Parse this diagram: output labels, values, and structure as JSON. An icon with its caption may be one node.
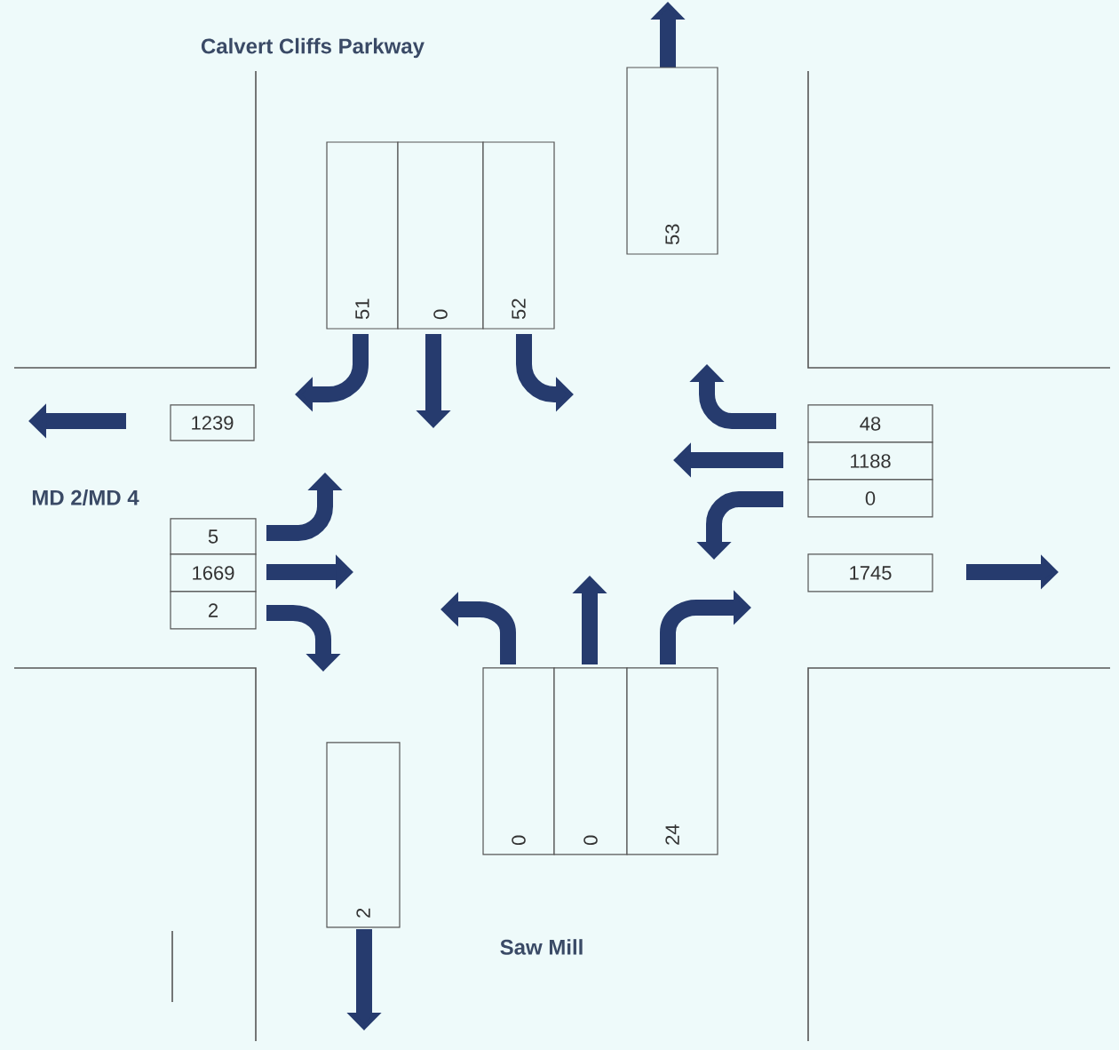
{
  "diagram": {
    "nodes": [
      {
        "text": [
          "51"
        ]
      },
      {
        "text": [
          "0"
        ]
      },
      {
        "text": [
          "52"
        ]
      },
      {
        "text": [
          "53"
        ]
      },
      {
        "text": [
          "1239"
        ]
      },
      {
        "text": [
          "48"
        ]
      },
      {
        "text": [
          "1188"
        ]
      },
      {
        "text": [
          "0"
        ]
      },
      {
        "text": [
          "5"
        ]
      },
      {
        "text": [
          "1669"
        ]
      },
      {
        "text": [
          "2"
        ]
      },
      {
        "text": [
          "1745"
        ]
      },
      {
        "text": [
          "0"
        ]
      },
      {
        "text": [
          "0"
        ]
      },
      {
        "text": [
          "24"
        ]
      },
      {
        "text": [
          "2"
        ]
      }
    ],
    "labels": [
      "Calvert Cliffs Parkway",
      "MD 2/MD 4",
      "Saw Mill"
    ]
  }
}
